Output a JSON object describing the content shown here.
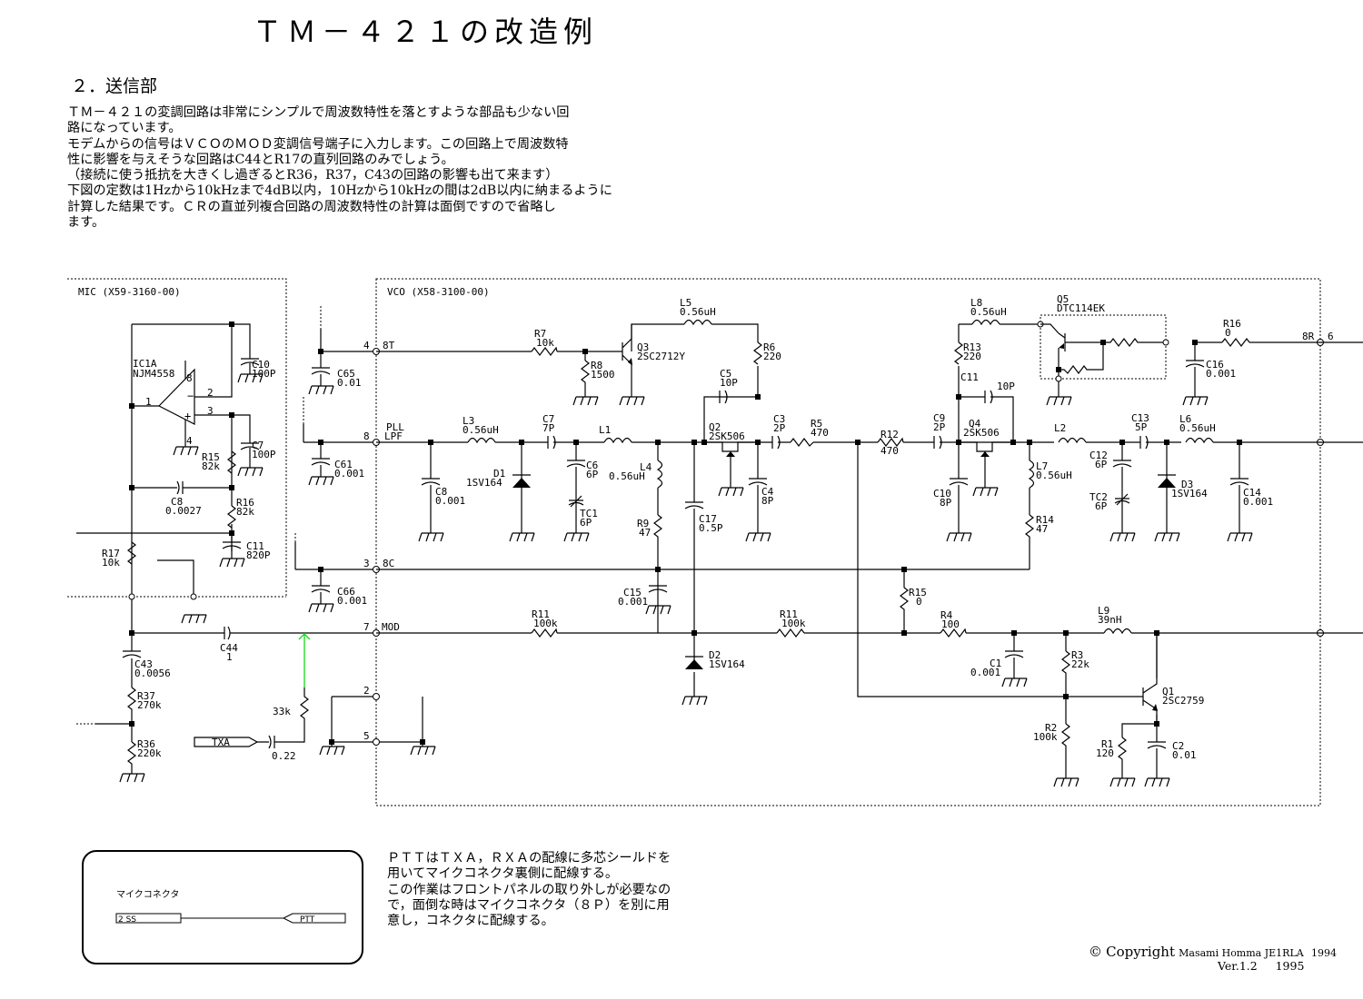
{
  "title": "ＴＭ－４２１の改造例",
  "section_heading": "２．送信部",
  "intro_lines": [
    "ＴＭ－４２１の変調回路は非常にシンプルで周波数特性を落とすような部品も少ない回",
    "路になっています。",
    "モデムからの信号はＶＣＯのＭＯＤ変調信号端子に入力します。この回路上で周波数特",
    "性に影響を与えそうな回路はC44とR17の直列回路のみでしょう。",
    "（接続に使う抵抗を大きくし過ぎるとR36，R37，C43の回路の影響も出て来ます）",
    "下図の定数は1Hzから10kHzまで4dB以内，10Hzから10kHzの間は2dB以内に納まるように",
    "計算した結果です。ＣＲの直並列複合回路の周波数特性の計算は面倒ですので省略し",
    "ます。"
  ],
  "schematic": {
    "mic_block_label": "MIC (X59-3160-00)",
    "vco_block_label": "VCO (X58-3100-00)",
    "ic": {
      "ref": "IC1A",
      "part": "NJM4558",
      "pins": [
        "1",
        "2",
        "3",
        "4",
        "8"
      ]
    },
    "connector_pins": [
      {
        "num": "4",
        "name": "8T"
      },
      {
        "num": "8",
        "name": "PLL\nLPF"
      },
      {
        "num": "3",
        "name": "8C"
      },
      {
        "num": "7",
        "name": "MOD"
      },
      {
        "num": "2",
        "name": ""
      },
      {
        "num": "5",
        "name": ""
      },
      {
        "num": "6",
        "name": "8R"
      }
    ],
    "components": {
      "C10a": {
        "ref": "C10",
        "value": "100P"
      },
      "C7a": {
        "ref": "C7",
        "value": "100P"
      },
      "R15a": {
        "ref": "R15",
        "value": "82k"
      },
      "C8a": {
        "ref": "C8",
        "value": "0.0027"
      },
      "R16a": {
        "ref": "R16",
        "value": "82k"
      },
      "C11a": {
        "ref": "C11",
        "value": "820P"
      },
      "R17": {
        "ref": "R17",
        "value": "10k"
      },
      "C43": {
        "ref": "C43",
        "value": "0.0056"
      },
      "R37": {
        "ref": "R37",
        "value": "270k"
      },
      "R36": {
        "ref": "R36",
        "value": "220k"
      },
      "C44": {
        "ref": "C44",
        "value": "1"
      },
      "Radd": {
        "ref": "",
        "value": "33k"
      },
      "Cadd": {
        "ref": "",
        "value": "0.22"
      },
      "TXA": {
        "ref": "TXA",
        "value": ""
      },
      "C65": {
        "ref": "C65",
        "value": "0.01"
      },
      "C61": {
        "ref": "C61",
        "value": "0.001"
      },
      "C66": {
        "ref": "C66",
        "value": "0.001"
      },
      "R7": {
        "ref": "R7",
        "value": "10k"
      },
      "R8": {
        "ref": "R8",
        "value": "1500"
      },
      "Q3": {
        "ref": "Q3",
        "value": "2SC2712Y"
      },
      "L5": {
        "ref": "L5",
        "value": "0.56uH"
      },
      "R6": {
        "ref": "R6",
        "value": "220"
      },
      "C5": {
        "ref": "C5",
        "value": "10P"
      },
      "L3": {
        "ref": "L3",
        "value": "0.56uH"
      },
      "C8b": {
        "ref": "C8",
        "value": "0.001"
      },
      "D1": {
        "ref": "D1",
        "value": "1SV164"
      },
      "C7b": {
        "ref": "C7",
        "value": "7P"
      },
      "C6": {
        "ref": "C6",
        "value": "6P"
      },
      "TC1": {
        "ref": "TC1",
        "value": "6P"
      },
      "L1": {
        "ref": "L1",
        "value": ""
      },
      "L4": {
        "ref": "L4",
        "value": "0.56uH"
      },
      "R9": {
        "ref": "R9",
        "value": "47"
      },
      "C17": {
        "ref": "C17",
        "value": "0.5P"
      },
      "Q2": {
        "ref": "Q2",
        "value": "2SK506"
      },
      "C4": {
        "ref": "C4",
        "value": "8P"
      },
      "C3": {
        "ref": "C3",
        "value": "2P"
      },
      "R5": {
        "ref": "R5",
        "value": "470"
      },
      "R12": {
        "ref": "R12",
        "value": "470"
      },
      "C9": {
        "ref": "C9",
        "value": "2P"
      },
      "C10b": {
        "ref": "C10",
        "value": "8P"
      },
      "L8": {
        "ref": "L8",
        "value": "0.56uH"
      },
      "R13": {
        "ref": "R13",
        "value": "220"
      },
      "C11b": {
        "ref": "C11",
        "value": "10P"
      },
      "Q4": {
        "ref": "Q4",
        "value": "2SK506"
      },
      "Q5": {
        "ref": "Q5",
        "value": "DTC114EK"
      },
      "R16b": {
        "ref": "R16",
        "value": "0"
      },
      "C16": {
        "ref": "C16",
        "value": "0.001"
      },
      "L2": {
        "ref": "L2",
        "value": ""
      },
      "L7": {
        "ref": "L7",
        "value": "0.56uH"
      },
      "R14": {
        "ref": "R14",
        "value": "47"
      },
      "C12": {
        "ref": "C12",
        "value": "6P"
      },
      "TC2": {
        "ref": "TC2",
        "value": "6P"
      },
      "C13": {
        "ref": "C13",
        "value": "5P"
      },
      "D3": {
        "ref": "D3",
        "value": "1SV164"
      },
      "L6": {
        "ref": "L6",
        "value": "0.56uH"
      },
      "C14": {
        "ref": "C14",
        "value": "0.001"
      },
      "C15": {
        "ref": "C15",
        "value": "0.001"
      },
      "R11a": {
        "ref": "R11",
        "value": "100k"
      },
      "R11b": {
        "ref": "R11",
        "value": "100k"
      },
      "D2": {
        "ref": "D2",
        "value": "1SV164"
      },
      "R15b": {
        "ref": "R15",
        "value": "0"
      },
      "R4": {
        "ref": "R4",
        "value": "100"
      },
      "C1": {
        "ref": "C1",
        "value": "0.001"
      },
      "R3": {
        "ref": "R3",
        "value": "22k"
      },
      "L9": {
        "ref": "L9",
        "value": "39nH"
      },
      "Q1": {
        "ref": "Q1",
        "value": "2SC2759"
      },
      "R2": {
        "ref": "R2",
        "value": "100k"
      },
      "R1": {
        "ref": "R1",
        "value": "120"
      },
      "C2": {
        "ref": "C2",
        "value": "0.01"
      }
    },
    "added_wire_color": "#18d818"
  },
  "connector_box": {
    "label": "マイクコネクタ",
    "pin_label": "2    SS",
    "signal": "PTT"
  },
  "note_lines": [
    "ＰＴＴはＴＸＡ，ＲＸＡの配線に多芯シールドを",
    "用いてマイクコネクタ裏側に配線する。",
    "この作業はフロントパネルの取り外しが必要なの",
    "で，面倒な時はマイクコネクタ（８Ｐ）を別に用",
    "意し，コネクタに配線する。"
  ],
  "copyright": {
    "symbol": "©",
    "word": "Copyright",
    "author": "Masami Homma JE1RLA",
    "year1": "1994",
    "version": "Ver.1.2",
    "year2": "1995"
  }
}
